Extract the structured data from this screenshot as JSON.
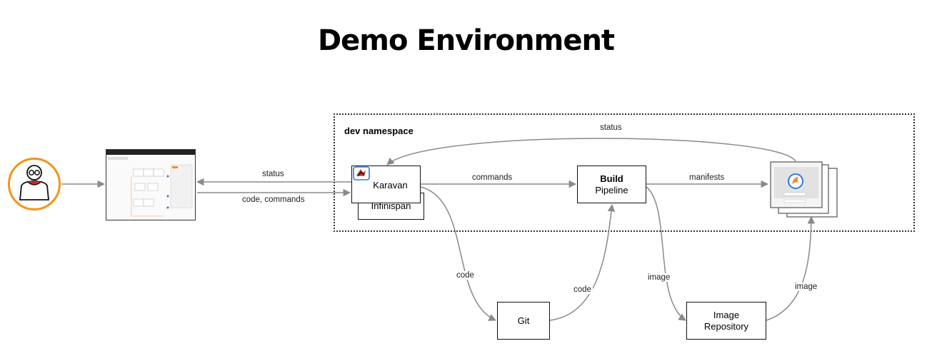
{
  "title": "Demo Environment",
  "namespace": {
    "label": "dev namespace"
  },
  "nodes": {
    "karavan": "Karavan",
    "infinispan": "Infinispan",
    "build_bold": "Build",
    "build_sub": "Pipeline",
    "git": "Git",
    "image_repo_line1": "Image",
    "image_repo_line2": "Repository"
  },
  "edges": {
    "status_to_app": "status",
    "code_commands": "code, commands",
    "commands": "commands",
    "manifests": "manifests",
    "status_top": "status",
    "code_to_git": "code",
    "code_to_build": "code",
    "image_to_repo": "image",
    "image_to_deploy": "image"
  },
  "colors": {
    "user_ring": "#f5921b",
    "user_shirt": "#e02020",
    "arrow": "#8a8a8a",
    "karavan_icon": "#2a7de1"
  },
  "icons": [
    "user-avatar-icon",
    "karavan-logo-icon",
    "camel-logo-icon"
  ]
}
